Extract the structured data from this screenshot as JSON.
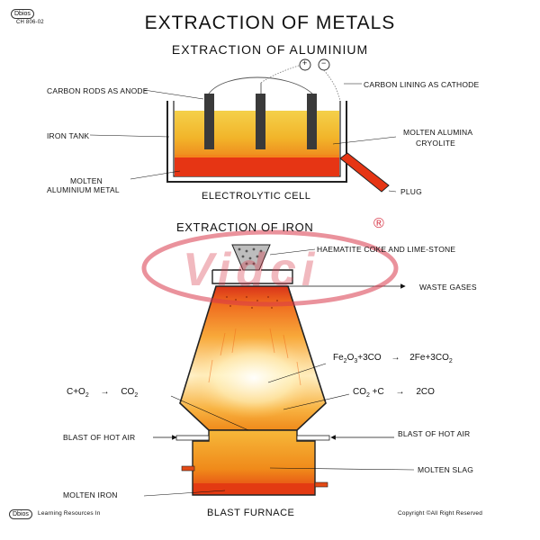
{
  "header": {
    "brand": "Dbios",
    "code": "CH 806-02",
    "title": "EXTRACTION OF METALS",
    "subtitle": "EXTRACTION OF ALUMINIUM"
  },
  "cell": {
    "caption": "ELECTROLYTIC CELL",
    "plus_sign": "+",
    "minus_sign": "−",
    "labels": {
      "anode": "CARBON RODS AS ANODE",
      "cathode": "CARBON LINING AS CATHODE",
      "tank": "IRON TANK",
      "alumina_1": "MOLTEN ALUMINA",
      "alumina_2": "CRYOLITE",
      "metal_1": "MOLTEN",
      "metal_2": "ALUMINIUM METAL",
      "plug": "PLUG"
    }
  },
  "furnace": {
    "title": "EXTRACTION OF IRON",
    "caption": "BLAST FURNACE",
    "labels": {
      "charge": "HAEMATITE  COKE AND LIME-STONE",
      "waste": "WASTE GASES",
      "hot_air_left": "BLAST OF HOT AIR",
      "hot_air_right": "BLAST OF HOT AIR",
      "slag": "MOLTEN SLAG",
      "iron": "MOLTEN IRON"
    },
    "equations": {
      "eq1_left": "Fe",
      "eq1_sub1": "2",
      "eq1_mid": "O",
      "eq1_sub2": "3",
      "eq1_plus": "+3CO",
      "eq1_arrow": "→",
      "eq1_right": "2Fe+3CO",
      "eq1_sub3": "2",
      "eq2_left": "C+O",
      "eq2_sub1": "2",
      "eq2_arrow": "→",
      "eq2_right": "CO",
      "eq2_sub2": "2",
      "eq3_left": "CO",
      "eq3_sub1": "2",
      "eq3_mid": " +C",
      "eq3_arrow": "→",
      "eq3_right": "2CO"
    }
  },
  "watermark": {
    "text": "Vidci",
    "mark": "®"
  },
  "footer": {
    "brand": "Dbios",
    "publisher": "Learning Resources In",
    "copyright": "Copyright ©All Right Reserved"
  },
  "colors": {
    "molten_orange": "#f08a1a",
    "molten_red": "#e02a10",
    "electrolyte_yellow": "#f2c230",
    "rod_dark": "#333333",
    "watermark_red": "#d8394a"
  }
}
